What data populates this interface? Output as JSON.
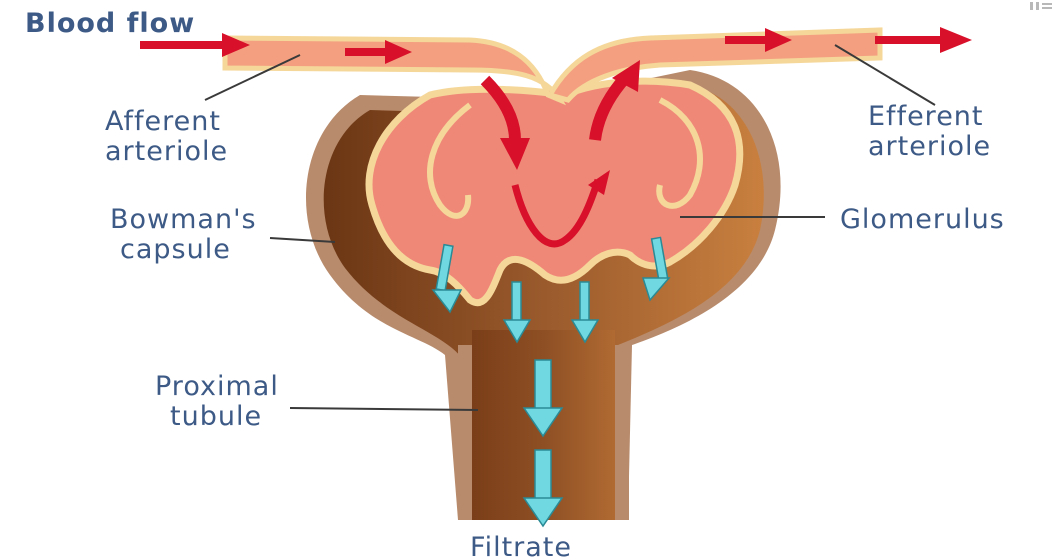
{
  "labels": {
    "blood_flow": "Blood flow",
    "afferent_1": "Afferent",
    "afferent_2": "arteriole",
    "efferent_1": "Efferent",
    "efferent_2": "arteriole",
    "bowman_1": "Bowman's",
    "bowman_2": "capsule",
    "glomerulus": "Glomerulus",
    "proximal_1": "Proximal",
    "proximal_2": "tubule",
    "filtrate": "Filtrate"
  },
  "colors": {
    "label_text": "#3d5a86",
    "capsule_outer": "#b88b6c",
    "capsule_inner": "#8a4e26",
    "capsule_dark": "#6b3614",
    "glomerulus_fill": "#f08878",
    "vessel_fill": "#f4a080",
    "vessel_edge": "#f5d79a",
    "blood_arrow": "#d8102a",
    "filtrate_arrow": "#6fd8e0"
  }
}
